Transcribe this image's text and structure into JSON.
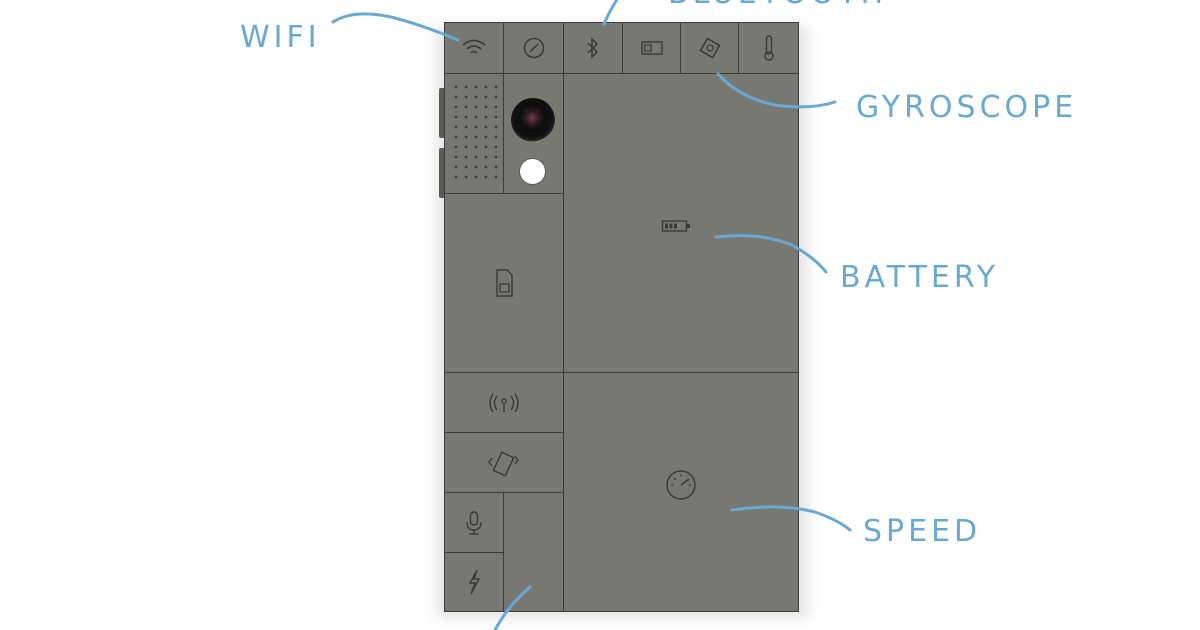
{
  "labels": {
    "wifi": "WIFI",
    "bluetooth": "BLUETOOTH",
    "gyroscope": "GYROSCOPE",
    "battery": "BATTERY",
    "speed": "SPEED"
  },
  "colors": {
    "annotation": "#6aa8d4",
    "module_fill": "#787873",
    "module_border": "#3b3b39",
    "phone_body": "#6f6f6b",
    "icon_stroke": "#3a3a38"
  },
  "modules": [
    {
      "id": "wifi",
      "icon": "wifi-icon"
    },
    {
      "id": "compass",
      "icon": "compass-icon"
    },
    {
      "id": "bluetooth",
      "icon": "bluetooth-icon"
    },
    {
      "id": "storage",
      "icon": "card-icon"
    },
    {
      "id": "gyroscope",
      "icon": "gyroscope-icon"
    },
    {
      "id": "thermometer",
      "icon": "thermometer-icon"
    },
    {
      "id": "speaker",
      "icon": "speaker-grille"
    },
    {
      "id": "camera",
      "icon": "camera-lens"
    },
    {
      "id": "battery",
      "icon": "battery-icon"
    },
    {
      "id": "sim",
      "icon": "sim-card-icon"
    },
    {
      "id": "antenna",
      "icon": "antenna-icon"
    },
    {
      "id": "vibration",
      "icon": "vibration-icon"
    },
    {
      "id": "speed",
      "icon": "speedometer-icon"
    },
    {
      "id": "microphone",
      "icon": "microphone-icon"
    },
    {
      "id": "power",
      "icon": "lightning-icon"
    },
    {
      "id": "blank",
      "icon": ""
    }
  ]
}
